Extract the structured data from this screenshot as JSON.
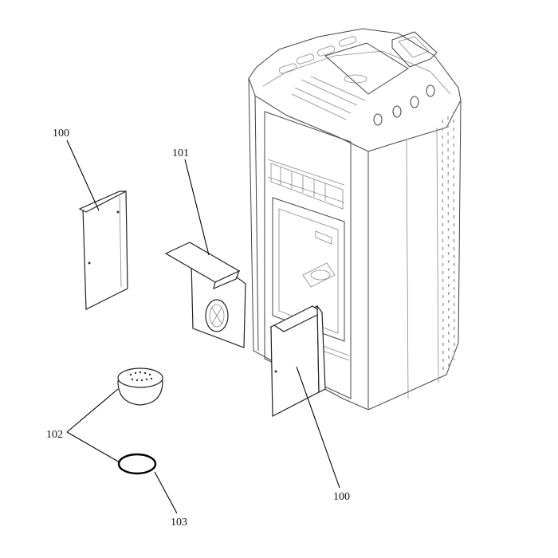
{
  "diagram": {
    "callouts": [
      {
        "id": "left-panel",
        "label": "100"
      },
      {
        "id": "baffle",
        "label": "101"
      },
      {
        "id": "burner-pot",
        "label": "102"
      },
      {
        "id": "gasket",
        "label": "103"
      },
      {
        "id": "right-panel",
        "label": "100"
      }
    ],
    "colors": {
      "line": "#000000",
      "stove": "#444444",
      "fill": "#ffffff"
    }
  }
}
